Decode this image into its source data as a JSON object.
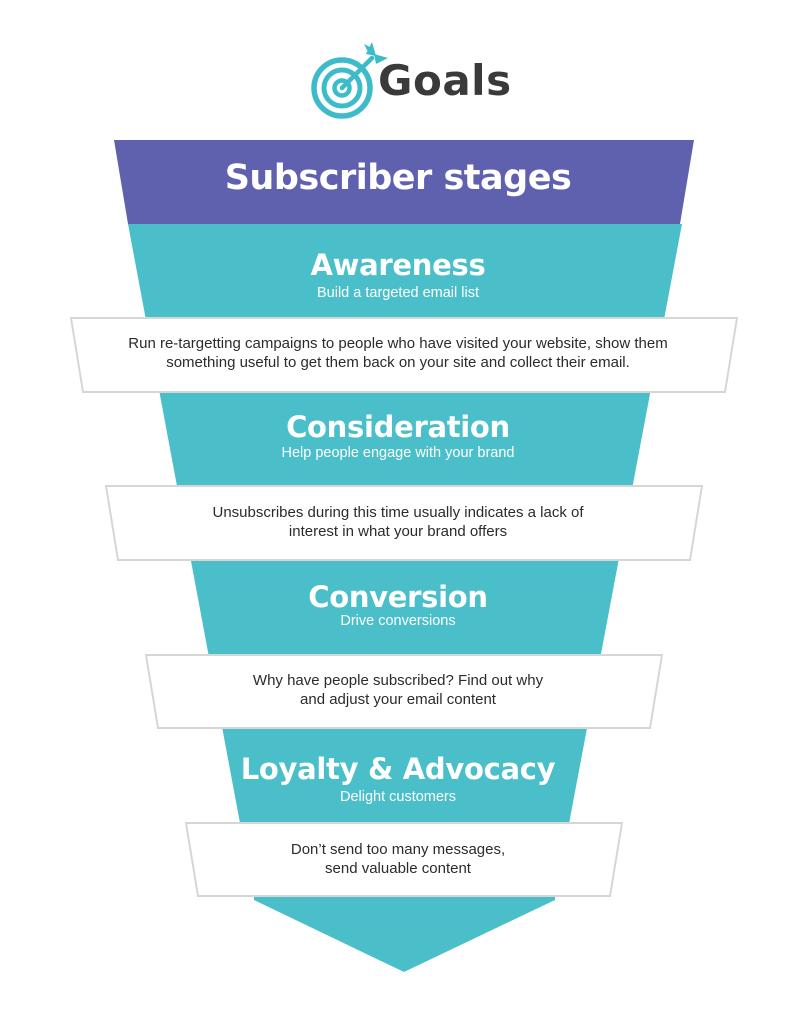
{
  "header": {
    "logo_text": "Goals",
    "logo_icon": "target-arrow-icon"
  },
  "funnel": {
    "title": "Subscriber stages",
    "stages": [
      {
        "title": "Awareness",
        "subtitle": "Build a targeted email list",
        "note_lines": [
          "Run re-targetting campaigns to people who have visited your website, show them",
          "something useful to get them back on your site and collect their email."
        ]
      },
      {
        "title": "Consideration",
        "subtitle": "Help people engage with your brand",
        "note_lines": [
          "Unsubscribes during this time usually indicates a lack of",
          "interest in what your brand offers"
        ]
      },
      {
        "title": "Conversion",
        "subtitle": "Drive conversions",
        "note_lines": [
          "Why have people subscribed? Find out why",
          "and adjust your email content"
        ]
      },
      {
        "title": "Loyalty & Advocacy",
        "subtitle": "Delight customers",
        "note_lines": [
          "Don’t send too many messages,",
          "send valuable content"
        ]
      }
    ]
  },
  "colors": {
    "header_band": "#6061ae",
    "funnel_teal": "#4bbfc9",
    "note_border": "#d6d6d6",
    "note_fill": "#ffffff",
    "logo_teal": "#3cbcc9"
  }
}
